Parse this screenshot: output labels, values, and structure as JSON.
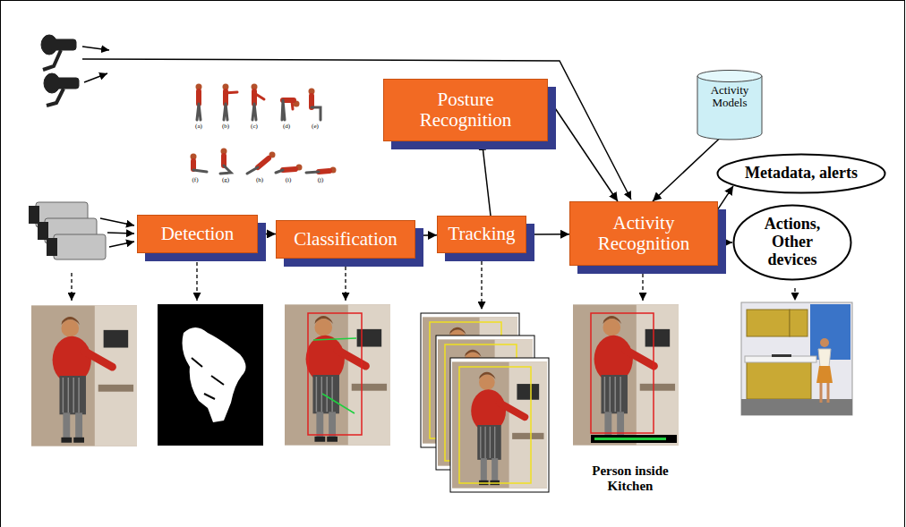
{
  "diagram": {
    "nodes": [
      {
        "text": [
          "Posture Recognition"
        ]
      },
      {
        "text": [
          "Activity Models"
        ]
      },
      {
        "text": [
          "Metadata, alerts"
        ]
      },
      {
        "text": [
          "Detection"
        ]
      },
      {
        "text": [
          "Classification"
        ]
      },
      {
        "text": [
          "Tracking"
        ]
      },
      {
        "text": [
          "Activity Recognition"
        ]
      },
      {
        "text": [
          "Actions, Other devices"
        ]
      }
    ],
    "edges": [
      {
        "from": 3,
        "to": 4,
        "arrow": "to"
      },
      {
        "from": 4,
        "to": 5,
        "arrow": "to"
      },
      {
        "from": 5,
        "to": 0,
        "arrow": "to"
      },
      {
        "from": 5,
        "to": 6,
        "arrow": "to"
      },
      {
        "from": 0,
        "to": 6,
        "arrow": "to"
      },
      {
        "from": 1,
        "to": 6,
        "arrow": "to"
      },
      {
        "from": 6,
        "to": 2,
        "arrow": "to"
      },
      {
        "from": 6,
        "to": 7,
        "arrow": "to"
      }
    ],
    "labels": [
      "(a)",
      "(b)",
      "(c)",
      "(d)",
      "(e)",
      "(f)",
      "(g)",
      "(h)",
      "(i)",
      "(j)",
      "Person inside Kitchen"
    ]
  }
}
